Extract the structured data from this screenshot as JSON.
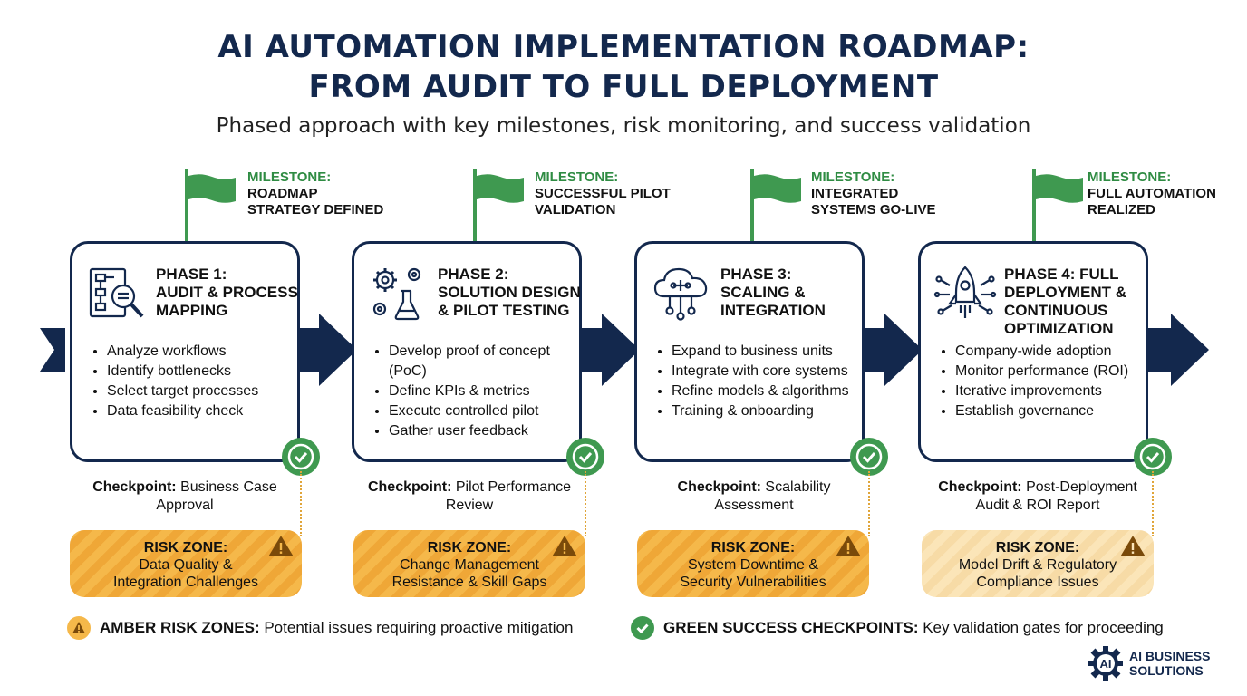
{
  "header": {
    "title_line1": "AI AUTOMATION IMPLEMENTATION ROADMAP:",
    "title_line2": "FROM AUDIT TO FULL DEPLOYMENT",
    "subtitle": "Phased approach with key milestones, risk monitoring, and success validation"
  },
  "colors": {
    "navy": "#13284d",
    "green": "#3f9950",
    "amber": "#f5b84a",
    "amber_light": "#fbe5b8"
  },
  "phases": [
    {
      "milestone_label": "MILESTONE:",
      "milestone_text": "ROADMAP\nSTRATEGY DEFINED",
      "icon": "process-map-search-icon",
      "title": "PHASE 1:\nAUDIT & PROCESS\nMAPPING",
      "bullets": [
        "Analyze workflows",
        "Identify bottlenecks",
        "Select target processes",
        "Data feasibility check"
      ],
      "checkpoint_label": "Checkpoint:",
      "checkpoint_text": " Business Case Approval",
      "risk_label": "RISK ZONE:",
      "risk_text": "Data Quality &\nIntegration Challenges"
    },
    {
      "milestone_label": "MILESTONE:",
      "milestone_text": "SUCCESSFUL PILOT\nVALIDATION",
      "icon": "gears-flask-icon",
      "title": "PHASE 2:\nSOLUTION DESIGN\n& PILOT TESTING",
      "bullets": [
        "Develop proof of concept (PoC)",
        "Define KPIs & metrics",
        "Execute controlled pilot",
        "Gather user feedback"
      ],
      "checkpoint_label": "Checkpoint:",
      "checkpoint_text": " Pilot Performance Review",
      "risk_label": "RISK ZONE:",
      "risk_text": "Change Management\nResistance & Skill Gaps"
    },
    {
      "milestone_label": "MILESTONE:",
      "milestone_text": "INTEGRATED\nSYSTEMS GO-LIVE",
      "icon": "cloud-network-icon",
      "title": "PHASE 3:\nSCALING &\nINTEGRATION",
      "bullets": [
        "Expand to business units",
        "Integrate with core systems",
        "Refine models & algorithms",
        "Training & onboarding"
      ],
      "checkpoint_label": "Checkpoint:",
      "checkpoint_text": " Scalability Assessment",
      "risk_label": "RISK ZONE:",
      "risk_text": "System Downtime &\nSecurity Vulnerabilities"
    },
    {
      "milestone_label": "MILESTONE:",
      "milestone_text": "FULL AUTOMATION\nREALIZED",
      "icon": "rocket-network-icon",
      "title": "PHASE 4: FULL\nDEPLOYMENT &\nCONTINUOUS\nOPTIMIZATION",
      "bullets": [
        "Company-wide adoption",
        "Monitor performance (ROI)",
        "Iterative improvements",
        "Establish governance"
      ],
      "checkpoint_label": "Checkpoint:",
      "checkpoint_text": " Post-Deployment Audit & ROI Report",
      "risk_label": "RISK ZONE:",
      "risk_text": "Model Drift & Regulatory\nCompliance Issues"
    }
  ],
  "legend": {
    "amber_label": "AMBER RISK ZONES:",
    "amber_text": " Potential issues requiring proactive mitigation",
    "green_label": "GREEN SUCCESS CHECKPOINTS:",
    "green_text": " Key validation gates for proceeding"
  },
  "logo": {
    "mark": "AI",
    "text": "AI BUSINESS\nSOLUTIONS"
  }
}
